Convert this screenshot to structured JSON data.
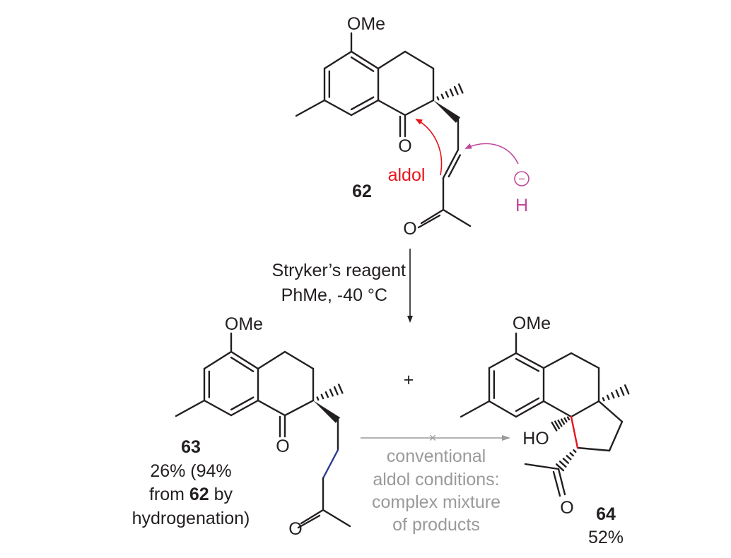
{
  "colors": {
    "bond": "#231f20",
    "aldol": "#e8141b",
    "hydride": "#c0479b",
    "new_bond": "#e8141b",
    "reduced_bond": "#2b3a8f",
    "conditions_gray": "#9a9a9a"
  },
  "compound62": {
    "number": "62",
    "ome": "OMe",
    "carbonyl_o": "O",
    "ketone_o": "O",
    "aldol_label": "aldol",
    "hydride_symbol": "H",
    "charge": "−"
  },
  "reaction": {
    "reagent": "Stryker’s reagent",
    "conditions": "PhMe, -40 °C",
    "plus": "+"
  },
  "compound63": {
    "number": "63",
    "ome": "OMe",
    "carbonyl_o": "O",
    "ketone_o": "O",
    "yield_line1": "26% (94%",
    "yield_line2_pre": "from ",
    "yield_line2_ref": "62",
    "yield_line2_post": " by",
    "yield_line3": "hydrogenation)"
  },
  "failed_step": {
    "line1": "conventional",
    "line2": "aldol conditions:",
    "line3": "complex mixture",
    "line4": "of products",
    "mark": "×"
  },
  "compound64": {
    "number": "64",
    "yield": "52%",
    "ome": "OMe",
    "hydroxyl": "HO",
    "ketone_o": "O"
  }
}
